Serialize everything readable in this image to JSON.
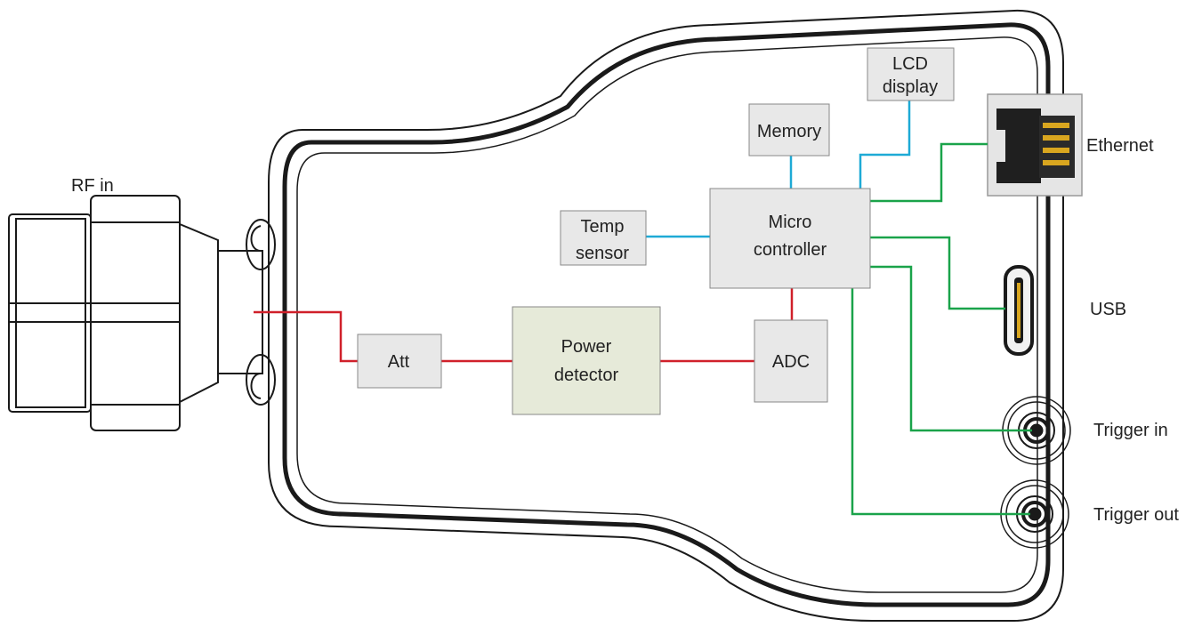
{
  "labels": {
    "rf_in": "RF in",
    "ethernet": "Ethernet",
    "usb": "USB",
    "trigger_in": "Trigger in",
    "trigger_out": "Trigger out"
  },
  "blocks": {
    "lcd": [
      "LCD",
      "display"
    ],
    "memory": [
      "Memory"
    ],
    "micro": [
      "Micro",
      "controller"
    ],
    "temp": [
      "Temp",
      "sensor"
    ],
    "att": [
      "Att"
    ],
    "power": [
      "Power",
      "detector"
    ],
    "adc": [
      "ADC"
    ]
  },
  "colors": {
    "rf_line": "#d0202a",
    "digital_line": "#1eaad6",
    "io_line": "#1aa34a",
    "block_fill": "#e8e8e8",
    "power_fill": "#e6ead9",
    "outline": "#1a1a1a"
  }
}
